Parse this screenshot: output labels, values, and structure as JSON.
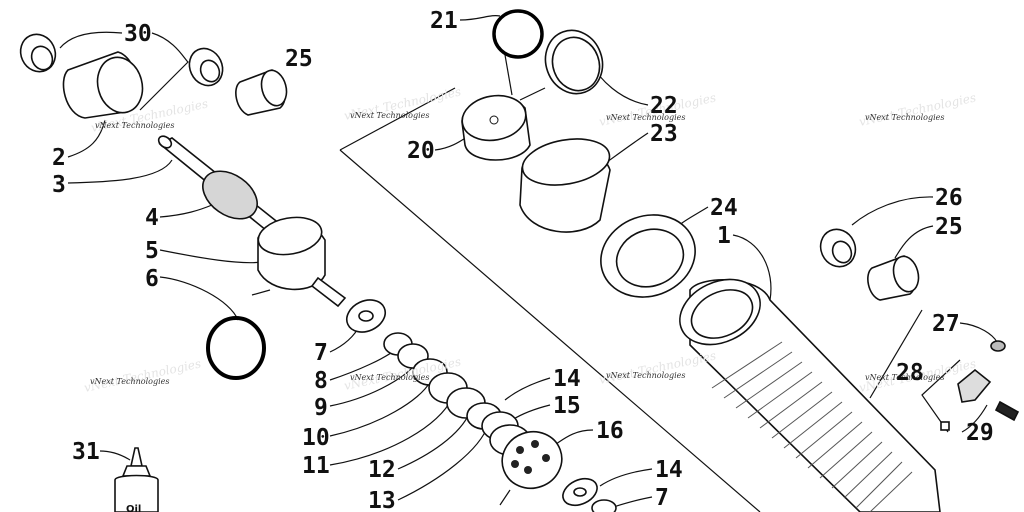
{
  "callouts": {
    "c1": "1",
    "c2": "2",
    "c3": "3",
    "c4": "4",
    "c5": "5",
    "c6": "6",
    "c7a": "7",
    "c7b": "7",
    "c8": "8",
    "c9": "9",
    "c10": "10",
    "c11": "11",
    "c12": "12",
    "c13": "13",
    "c14a": "14",
    "c14b": "14",
    "c15": "15",
    "c16": "16",
    "c20": "20",
    "c21": "21",
    "c22": "22",
    "c23": "23",
    "c24": "24",
    "c25a": "25",
    "c25b": "25",
    "c26": "26",
    "c27": "27",
    "c28": "28",
    "c29": "29",
    "c30": "30",
    "c31": "31"
  },
  "watermark": "vNext Technologies",
  "bottle_label": "Oil"
}
